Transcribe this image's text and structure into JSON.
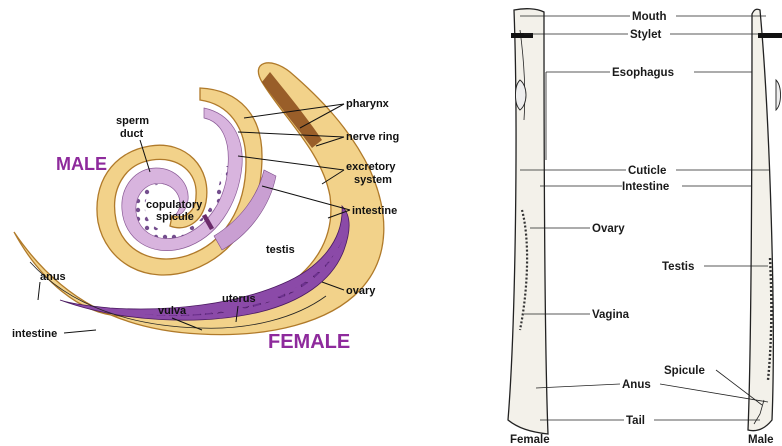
{
  "left_figure": {
    "sex_labels": {
      "male": "MALE",
      "female": "FEMALE"
    },
    "labels": {
      "sperm_duct": [
        "sperm",
        "duct"
      ],
      "copulatory_spicule": [
        "copulatory",
        "spicule"
      ],
      "pharynx": "pharynx",
      "nerve_ring": "nerve ring",
      "excretory_system": [
        "excretory",
        "system"
      ],
      "intestine_right": "intestine",
      "testis": "testis",
      "ovary": "ovary",
      "anus": "anus",
      "intestine_left": "intestine",
      "vulva": "vulva",
      "uterus": "uterus"
    },
    "colors": {
      "body": "#f2d28a",
      "body_edge": "#b07a2a",
      "male_gonad": "#cfa6d6",
      "female_gonad": "#8b4aa8",
      "sex_text": "#8e2a9c"
    }
  },
  "right_figure": {
    "labels": {
      "mouth": "Mouth",
      "stylet": "Stylet",
      "esophagus": "Esophagus",
      "cuticle": "Cuticle",
      "intestine": "Intestine",
      "ovary": "Ovary",
      "testis": "Testis",
      "vagina": "Vagina",
      "spicule": "Spicule",
      "anus": "Anus",
      "tail": "Tail",
      "female": "Female",
      "male": "Male"
    }
  }
}
